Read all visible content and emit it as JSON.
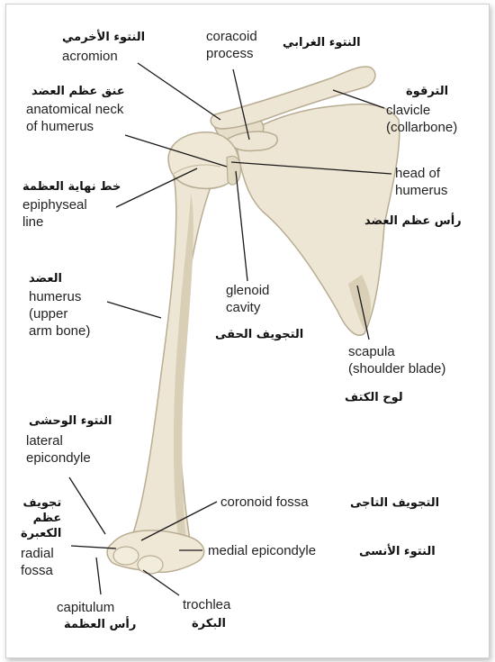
{
  "colors": {
    "bone": "#ede6d4",
    "bone_edge": "#b8ad92",
    "bone_shade": "#d9cfb6",
    "leader": "#1a1a1a"
  },
  "labels": {
    "acromion": {
      "ar": "النتوء الأخرمي",
      "en": "acromion"
    },
    "coracoid": {
      "en": "coracoid\nprocess",
      "ar": "النتوء الغرابي"
    },
    "anatomical_neck": {
      "ar": "عنق عظم العضد",
      "en": "anatomical neck\nof humerus"
    },
    "clavicle": {
      "ar": "الترقوة",
      "en": "clavicle\n(collarbone)"
    },
    "epiphyseal": {
      "ar": "خط نهاية العظمة",
      "en": "epiphyseal\nline"
    },
    "head": {
      "en": "head of\nhumerus",
      "ar": "رأس عظم العضد"
    },
    "humerus": {
      "ar": "العضد",
      "en": "humerus\n(upper\narm bone)"
    },
    "glenoid": {
      "en": "glenoid\ncavity",
      "ar": "التجويف الحقى"
    },
    "scapula": {
      "en": "scapula\n(shoulder blade)",
      "ar": "لوح الكتف"
    },
    "lateral_epicondyle": {
      "ar": "النتوء الوحشى",
      "en": "lateral\nepicondyle"
    },
    "radial_fossa": {
      "ar": "تجويف\nعظم\nالكعبرة",
      "en": "radial\nfossa"
    },
    "coronoid": {
      "en": "coronoid fossa",
      "ar": "التجويف التاجى"
    },
    "medial_epicondyle": {
      "en": "medial epicondyle",
      "ar": "النتوء الأنسى"
    },
    "capitulum": {
      "en": "capitulum",
      "ar": "رأس العظمة"
    },
    "trochlea": {
      "en": "trochlea",
      "ar": "البكرة"
    }
  }
}
